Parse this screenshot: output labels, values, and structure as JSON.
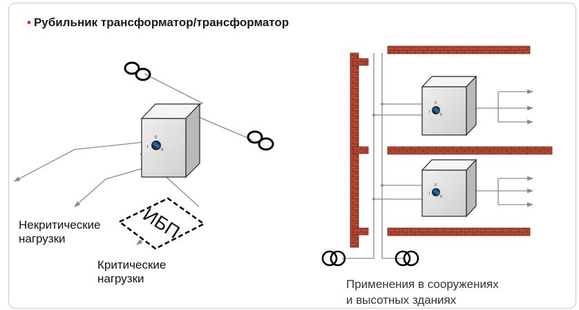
{
  "title": "Рубильник трансформатор/трансформатор",
  "colors": {
    "accent": "#e2231a",
    "brick": "#b84a35",
    "line": "#8a8a8a"
  },
  "left_diagram": {
    "ups_label": "ИБП",
    "noncritical_label_line1": "Некритические",
    "noncritical_label_line2": "нагрузки",
    "critical_label_line1": "Критические",
    "critical_label_line2": "нагрузки",
    "switch_positions": [
      "I",
      "0",
      "II"
    ]
  },
  "right_diagram": {
    "caption_line1": "Применения в сооружениях",
    "caption_line2": "и высотных зданиях"
  },
  "side_code": "ys_646_a_1_ru_cat"
}
